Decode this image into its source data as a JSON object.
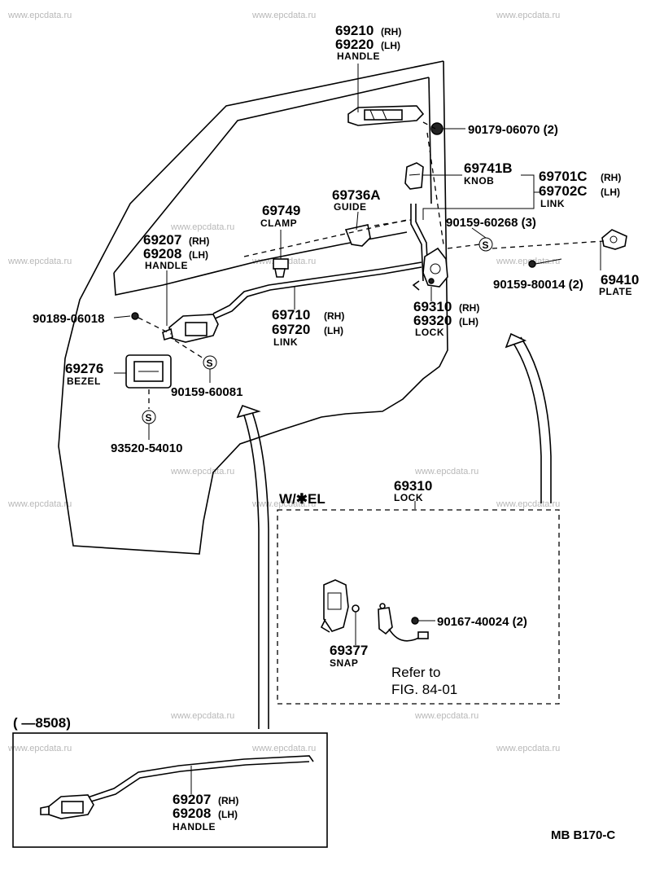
{
  "watermark": "www.epcdata.ru",
  "parts": {
    "handle_outer": {
      "pn_rh": "69210",
      "side_rh": "(RH)",
      "pn_lh": "69220",
      "side_lh": "(LH)",
      "name": "HANDLE"
    },
    "screw_outer": {
      "pn": "90179-06070 (2)"
    },
    "knob": {
      "pn": "69741B",
      "name": "KNOB"
    },
    "link_upper": {
      "pn_rh": "69701C",
      "side_rh": "(RH)",
      "pn_lh": "69702C",
      "side_lh": "(LH)",
      "name": "LINK"
    },
    "guide": {
      "pn": "69736A",
      "name": "GUIDE"
    },
    "clamp": {
      "pn": "69749",
      "name": "CLAMP"
    },
    "handle_inner": {
      "pn_rh": "69207",
      "side_rh": "(RH)",
      "pn_lh": "69208",
      "side_lh": "(LH)",
      "name": "HANDLE"
    },
    "screw_lock": {
      "pn": "90159-60268 (3)"
    },
    "plate": {
      "pn": "69410",
      "name": "PLATE"
    },
    "screw_plate": {
      "pn": "90159-80014 (2)"
    },
    "screw_handle": {
      "pn": "90189-06018"
    },
    "link_lower": {
      "pn_rh": "69710",
      "side_rh": "(RH)",
      "pn_lh": "69720",
      "side_lh": "(LH)",
      "name": "LINK"
    },
    "lock": {
      "pn_rh": "69310",
      "side_rh": "(RH)",
      "pn_lh": "69320",
      "side_lh": "(LH)",
      "name": "LOCK"
    },
    "bezel": {
      "pn": "69276",
      "name": "BEZEL"
    },
    "screw_bezel": {
      "pn": "90159-60081"
    },
    "screw_bottom": {
      "pn": "93520-54010"
    },
    "s_symbol": "S"
  },
  "inset_el": {
    "header": "W/✱EL",
    "lock_pn": "69310",
    "lock_name": "LOCK",
    "screw_pn": "90167-40024 (2)",
    "snap_pn": "69377",
    "snap_name": "SNAP",
    "refer_line1": "Refer to",
    "refer_line2": "FIG. 84-01"
  },
  "inset_8508": {
    "header": "(       —8508)",
    "pn_rh": "69207",
    "side_rh": "(RH)",
    "pn_lh": "69208",
    "side_lh": "(LH)",
    "name": "HANDLE"
  },
  "figure_code": "MB  B170-C"
}
